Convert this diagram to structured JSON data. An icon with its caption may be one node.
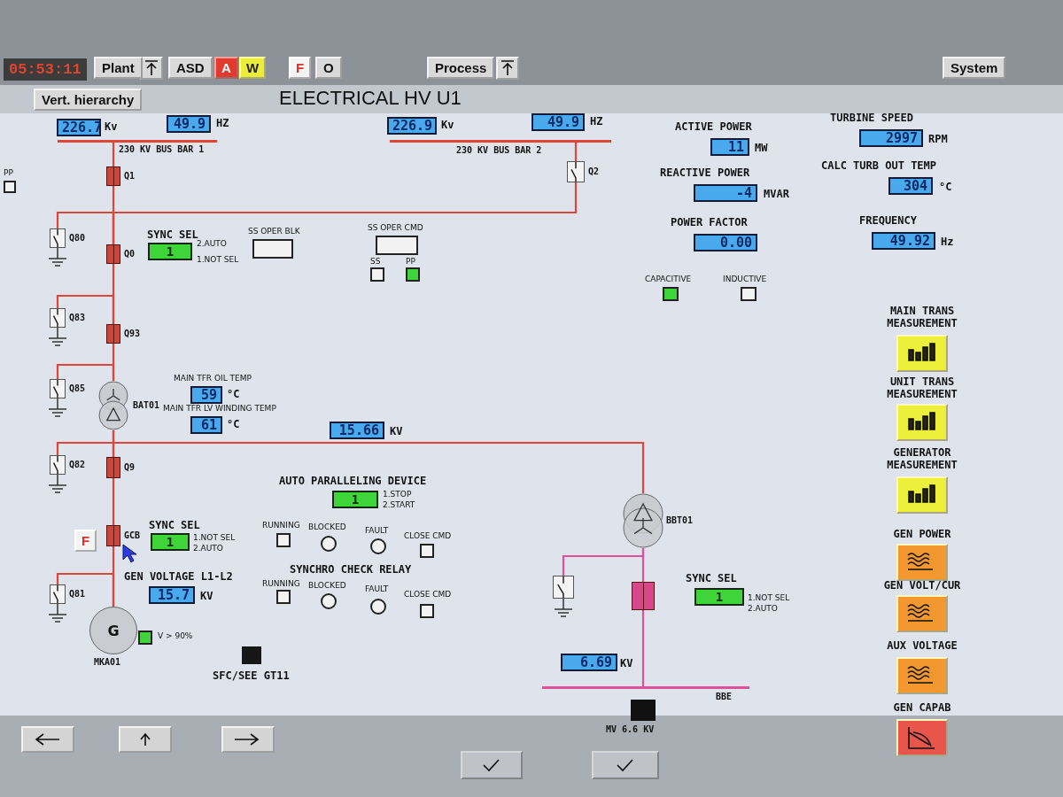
{
  "diagram": {
    "title": "ELECTRICAL HV U1",
    "nodes": [
      {
        "text": [],
        "shape": "bar",
        "beside": [
          "230 KV BUS BAR 1"
        ]
      },
      {
        "text": [],
        "shape": "bar",
        "beside": [
          "230 KV BUS BAR 2"
        ]
      },
      {
        "text": [],
        "shape": "box",
        "beside": [
          "Q1"
        ]
      },
      {
        "text": [],
        "shape": "box",
        "beside": [
          "Q2"
        ]
      },
      {
        "text": [],
        "shape": "box",
        "beside": [
          "Q80"
        ]
      },
      {
        "text": [],
        "shape": "box",
        "beside": [
          "Q0"
        ]
      },
      {
        "text": [],
        "shape": "box",
        "beside": [
          "Q83"
        ]
      },
      {
        "text": [],
        "shape": "box",
        "beside": [
          "Q93"
        ]
      },
      {
        "text": [],
        "shape": "box",
        "beside": [
          "Q85"
        ]
      },
      {
        "text": [],
        "shape": "circle",
        "beside": [
          "BAT01"
        ]
      },
      {
        "text": [],
        "shape": "box",
        "beside": [
          "Q82"
        ]
      },
      {
        "text": [],
        "shape": "box",
        "beside": [
          "Q9"
        ]
      },
      {
        "text": [],
        "shape": "box",
        "beside": [
          "GCB"
        ]
      },
      {
        "text": [],
        "shape": "box",
        "beside": [
          "Q81"
        ]
      },
      {
        "text": [
          "G"
        ],
        "beside": [
          "MKA01"
        ]
      },
      {
        "text": [],
        "shape": "circle",
        "beside": [
          "BBT01"
        ]
      },
      {
        "text": [],
        "shape": "box"
      },
      {
        "text": [],
        "shape": "box"
      },
      {
        "text": [],
        "shape": "bar",
        "beside": [
          "BBE"
        ]
      },
      {
        "text": [],
        "shape": "box",
        "beside": [
          "MV 6.6 KV"
        ]
      }
    ],
    "edges": [
      {
        "from": 0,
        "to": 2,
        "arrow": "none"
      },
      {
        "from": 2,
        "to": 5,
        "arrow": "none"
      },
      {
        "from": 1,
        "to": 3,
        "arrow": "none"
      },
      {
        "from": 3,
        "to": 5,
        "arrow": "none"
      },
      {
        "from": 4,
        "to": 5,
        "arrow": "none"
      },
      {
        "from": 5,
        "to": 7,
        "arrow": "none"
      },
      {
        "from": 6,
        "to": 7,
        "arrow": "none"
      },
      {
        "from": 7,
        "to": 9,
        "arrow": "none"
      },
      {
        "from": 8,
        "to": 9,
        "arrow": "none"
      },
      {
        "from": 9,
        "to": 11,
        "arrow": "none"
      },
      {
        "from": 10,
        "to": 11,
        "arrow": "none"
      },
      {
        "from": 9,
        "to": 15,
        "arrow": "none"
      },
      {
        "from": 11,
        "to": 12,
        "arrow": "none"
      },
      {
        "from": 12,
        "to": 14,
        "arrow": "none"
      },
      {
        "from": 13,
        "to": 14,
        "arrow": "none"
      },
      {
        "from": 15,
        "to": 17,
        "arrow": "none",
        "color": "#e0509a"
      },
      {
        "from": 16,
        "to": 15,
        "arrow": "none",
        "color": "#e0509a"
      },
      {
        "from": 17,
        "to": 18,
        "arrow": "none",
        "color": "#e0509a"
      }
    ],
    "labels": [
      "05:53:11",
      "Plant",
      "ASD",
      "A",
      "W",
      "F",
      "O",
      "Process",
      "System",
      "Vert. hierarchy",
      "226.7",
      "Kv",
      "49.9",
      "HZ",
      "226.9",
      "Kv",
      "49.9",
      "HZ",
      "ACTIVE POWER",
      "11",
      "MW",
      "REACTIVE POWER",
      "-4",
      "MVAR",
      "POWER FACTOR",
      "0.00",
      "TURBINE SPEED",
      "2997",
      "RPM",
      "CALC TURB OUT TEMP",
      "304",
      "°C",
      "FREQUENCY",
      "49.92",
      "Hz",
      "CAPACITIVE",
      "INDUCTIVE",
      "PP",
      "SYNC SEL",
      "1",
      "2.AUTO",
      "1.NOT SEL",
      "SS OPER BLK",
      "SS OPER CMD",
      "SS",
      "PP",
      "MAIN TFR OIL TEMP",
      "59",
      "°C",
      "MAIN TFR LV WINDING TEMP",
      "61",
      "°C",
      "15.66",
      "KV",
      "AUTO PARALLELING DEVICE",
      "1",
      "1.STOP",
      "2.START",
      "RUNNING",
      "BLOCKED",
      "FAULT",
      "CLOSE CMD",
      "SYNCHRO CHECK RELAY",
      "RUNNING",
      "BLOCKED",
      "FAULT",
      "CLOSE CMD",
      "F",
      "SYNC SEL",
      "1",
      "1.NOT SEL",
      "2.AUTO",
      "GEN VOLTAGE L1-L2",
      "15.7",
      "KV",
      "V > 90%",
      "SFC/SEE GT11",
      "SYNC SEL",
      "1",
      "1.NOT SEL",
      "2.AUTO",
      "6.69",
      "KV",
      "MAIN TRANS MEASUREMENT",
      "UNIT TRANS MEASUREMENT",
      "GENERATOR MEASUREMENT",
      "GEN POWER",
      "GEN VOLT/CUR",
      "AUX VOLTAGE",
      "GEN CAPAB"
    ]
  }
}
